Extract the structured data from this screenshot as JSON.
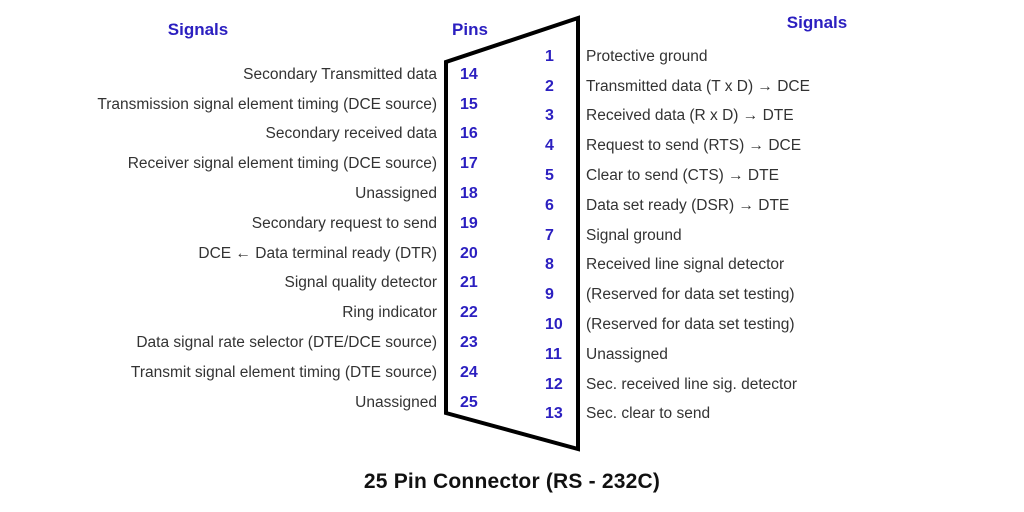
{
  "diagram": {
    "title": "25 Pin Connector (RS - 232C)",
    "headers": {
      "left_signals": "Signals",
      "pins": "Pins",
      "right_signals": "Signals"
    },
    "colors": {
      "accent_blue": "#2b1fc0",
      "signal_text": "#333333",
      "outline": "#000000"
    },
    "connector_shape": "trapezoid-db25-outline",
    "left_rows": [
      {
        "pin": "14",
        "signal": "Secondary Transmitted data"
      },
      {
        "pin": "15",
        "signal": "Transmission signal element timing (DCE source)"
      },
      {
        "pin": "16",
        "signal": "Secondary received data"
      },
      {
        "pin": "17",
        "signal": "Receiver signal element timing (DCE source)"
      },
      {
        "pin": "18",
        "signal": "Unassigned"
      },
      {
        "pin": "19",
        "signal": "Secondary request to send"
      },
      {
        "pin": "20",
        "signal": "DCE ← Data terminal ready (DTR)"
      },
      {
        "pin": "21",
        "signal": "Signal quality detector"
      },
      {
        "pin": "22",
        "signal": "Ring indicator"
      },
      {
        "pin": "23",
        "signal": "Data signal rate selector (DTE/DCE source)"
      },
      {
        "pin": "24",
        "signal": "Transmit signal element timing (DTE source)"
      },
      {
        "pin": "25",
        "signal": "Unassigned"
      }
    ],
    "right_rows": [
      {
        "pin": "1",
        "signal": "Protective ground"
      },
      {
        "pin": "2",
        "signal": "Transmitted data (T x D) → DCE"
      },
      {
        "pin": "3",
        "signal": "Received data (R x D) → DTE"
      },
      {
        "pin": "4",
        "signal": "Request to send (RTS) → DCE"
      },
      {
        "pin": "5",
        "signal": "Clear to send (CTS) → DTE"
      },
      {
        "pin": "6",
        "signal": "Data set ready (DSR) → DTE"
      },
      {
        "pin": "7",
        "signal": "Signal ground"
      },
      {
        "pin": "8",
        "signal": "Received line signal detector"
      },
      {
        "pin": "9",
        "signal": "(Reserved for data set testing)"
      },
      {
        "pin": "10",
        "signal": "(Reserved for data set testing)"
      },
      {
        "pin": "11",
        "signal": "Unassigned"
      },
      {
        "pin": "12",
        "signal": "Sec. received line sig. detector"
      },
      {
        "pin": "13",
        "signal": "Sec. clear to send"
      }
    ]
  }
}
